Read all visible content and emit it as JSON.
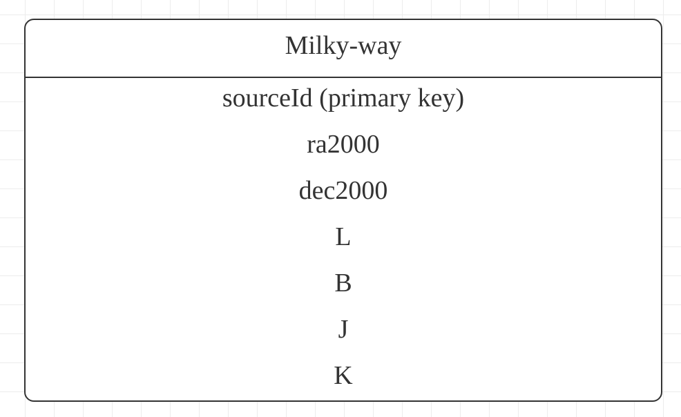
{
  "entity": {
    "title": "Milky-way",
    "fields": [
      "sourceId (primary key)",
      "ra2000",
      "dec2000",
      "L",
      "B",
      "J",
      "K"
    ]
  },
  "colors": {
    "border": "#333333",
    "text": "#333333",
    "grid": "#ececec",
    "background": "#ffffff"
  }
}
